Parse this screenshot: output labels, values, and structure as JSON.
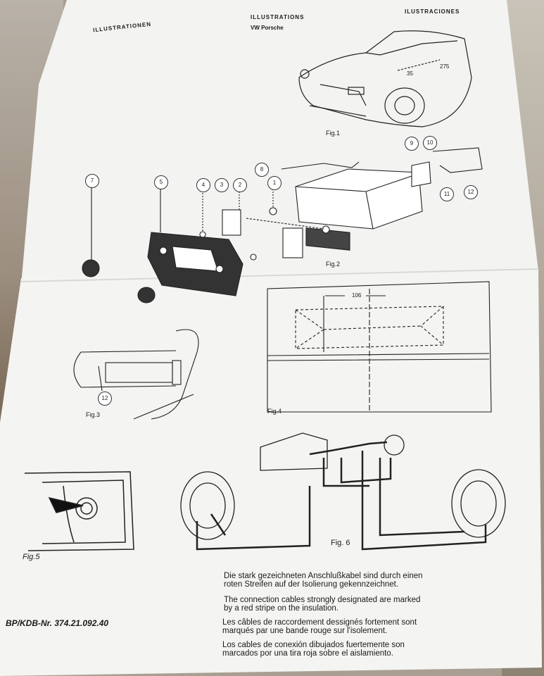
{
  "header": {
    "german": "ILLUSTRATIONEN",
    "english": "ILLUSTRATIONS",
    "spanish": "ILUSTRACIONES",
    "subtitle": "VW Porsche"
  },
  "figures": {
    "fig1": "Fig.1",
    "fig2": "Fig.2",
    "fig3": "Fig.3",
    "fig4": "Fig.4",
    "fig5": "Fig.5",
    "fig6": "Fig. 6"
  },
  "fig1_labels": {
    "a": "35",
    "b": "275"
  },
  "fig4_dimension": "106",
  "callouts": [
    "1",
    "2",
    "3",
    "4",
    "5",
    "7",
    "8",
    "9",
    "10",
    "11",
    "12",
    "12"
  ],
  "part_number": "BP/KDB-Nr. 374.21.092.40",
  "notes": {
    "de": [
      "Die stark gezeichneten Anschlußkabel sind durch einen",
      "roten Streifen auf der Isolierung gekennzeichnet."
    ],
    "en": [
      "The connection cables strongly designated are marked",
      "by a red stripe on the insulation."
    ],
    "fr": [
      "Les câbles de raccordement dessignés fortement sont",
      "marqués par une bande rouge sur l'isolement."
    ],
    "es": [
      "Los cables de conexión dibujados fuertemente son",
      "marcados por una tira roja sobre el aislamiento."
    ]
  }
}
